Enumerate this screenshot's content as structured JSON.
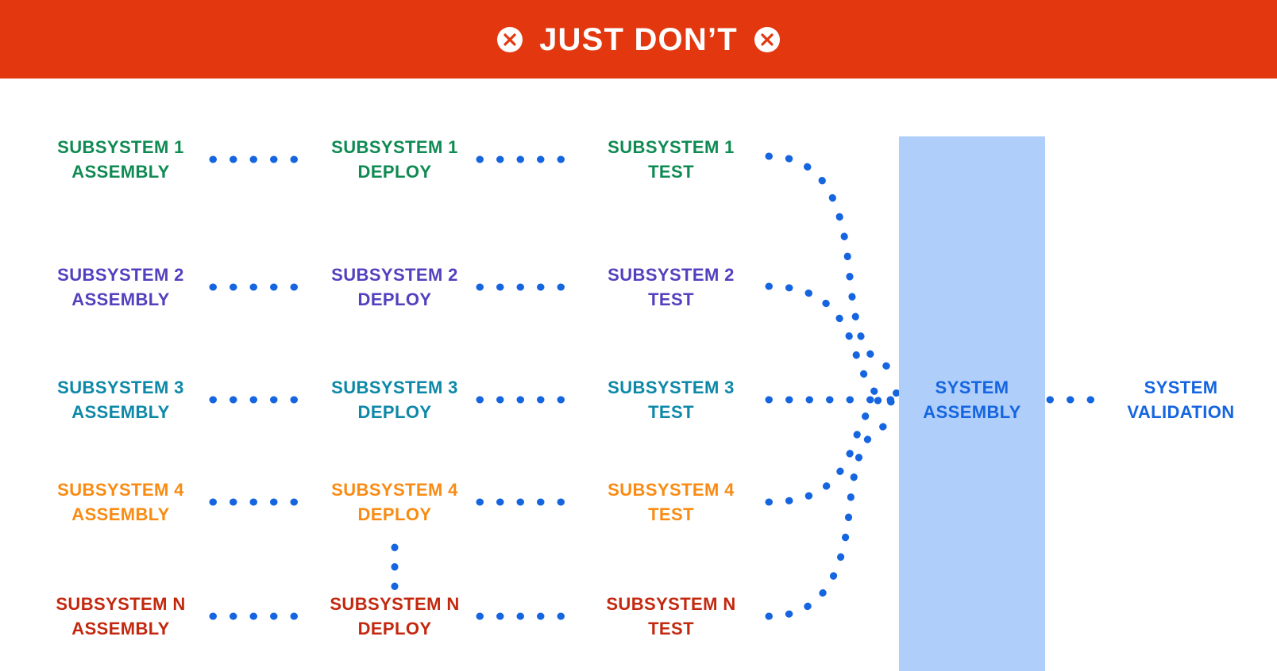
{
  "banner": {
    "title": "JUST DON’T",
    "background_color": "#E3380F",
    "text_color": "#FFFFFF",
    "left_icon": "circle-x-icon",
    "right_icon": "circle-x-icon"
  },
  "diagram": {
    "dot_color": "#1565E0",
    "columns": [
      "ASSEMBLY",
      "DEPLOY",
      "TEST"
    ],
    "rows": [
      {
        "id": "subsystem-1",
        "color": "#0E8A52",
        "assembly": "SUBSYSTEM 1\nASSEMBLY",
        "deploy": "SUBSYSTEM 1\nDEPLOY",
        "test": "SUBSYSTEM 1\nTEST"
      },
      {
        "id": "subsystem-2",
        "color": "#5340BE",
        "assembly": "SUBSYSTEM 2\nASSEMBLY",
        "deploy": "SUBSYSTEM 2\nDEPLOY",
        "test": "SUBSYSTEM 2\nTEST"
      },
      {
        "id": "subsystem-3",
        "color": "#0D88A8",
        "assembly": "SUBSYSTEM 3\nASSEMBLY",
        "deploy": "SUBSYSTEM 3\nDEPLOY",
        "test": "SUBSYSTEM 3\nTEST"
      },
      {
        "id": "subsystem-4",
        "color": "#F98B13",
        "assembly": "SUBSYSTEM 4\nASSEMBLY",
        "deploy": "SUBSYSTEM 4\nDEPLOY",
        "test": "SUBSYSTEM 4\nTEST"
      },
      {
        "id": "subsystem-n",
        "color": "#C3280F",
        "assembly": "SUBSYSTEM N\nASSEMBLY",
        "deploy": "SUBSYSTEM N\nDEPLOY",
        "test": "SUBSYSTEM N\nTEST"
      }
    ],
    "ellipsis": {
      "name": "vertical-ellipsis",
      "dots": 3
    },
    "system_assembly": {
      "label": "SYSTEM\nASSEMBLY",
      "box_color": "#AFCEFA",
      "text_color": "#1565E0"
    },
    "system_validation": {
      "label": "SYSTEM\nVALIDATION",
      "text_color": "#1565E0"
    }
  }
}
